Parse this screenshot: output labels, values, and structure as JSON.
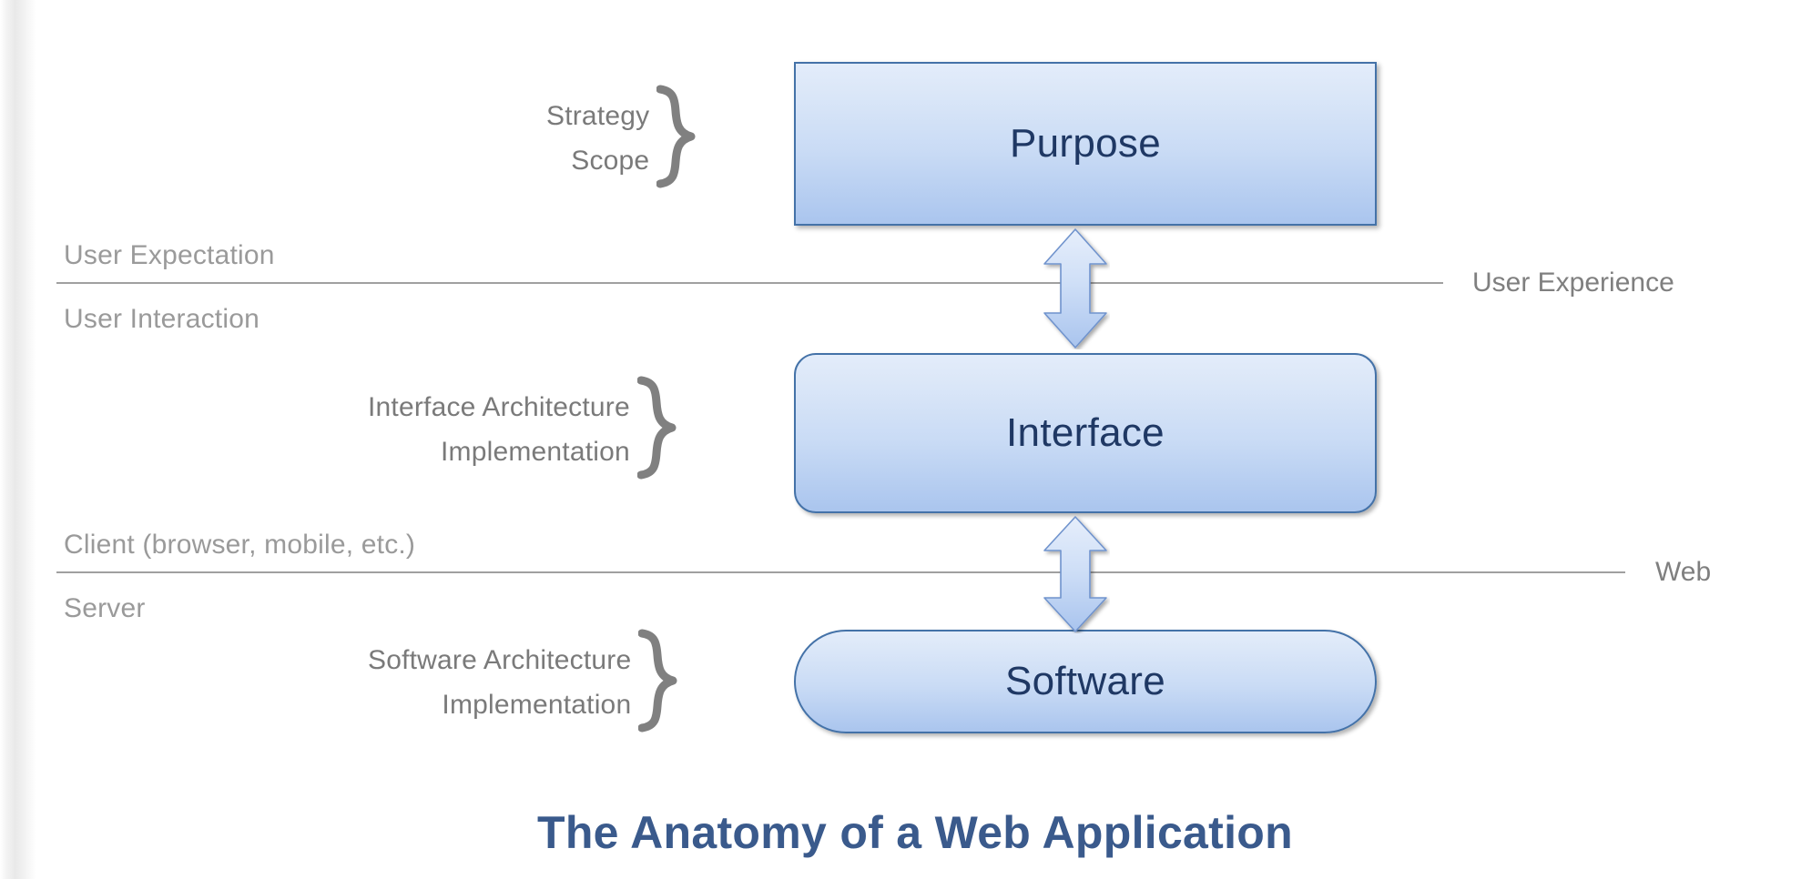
{
  "diagram": {
    "title": "The Anatomy of a Web Application",
    "accent_color": "#3a5a8c",
    "node_fill_top": "#e3ecfa",
    "node_fill_bottom": "#aac5ee",
    "node_border": "#4472a8",
    "node_text_color": "#1f3864",
    "layer_label_color": "#9a9a9a",
    "brace_color": "#808080",
    "divider_color": "#a0a0a0",
    "nodes": [
      {
        "id": "purpose",
        "label": "Purpose",
        "shape": "rectangle"
      },
      {
        "id": "interface",
        "label": "Interface",
        "shape": "rounded-rectangle"
      },
      {
        "id": "software",
        "label": "Software",
        "shape": "stadium"
      }
    ],
    "braces": [
      {
        "for": "purpose",
        "items": [
          "Strategy",
          "Scope"
        ]
      },
      {
        "for": "interface",
        "items": [
          "Interface Architecture",
          "Implementation"
        ]
      },
      {
        "for": "software",
        "items": [
          "Software Architecture",
          "Implementation"
        ]
      }
    ],
    "connectors": [
      {
        "id": "purpose-interface",
        "type": "double-arrow"
      },
      {
        "id": "interface-software",
        "type": "double-arrow"
      }
    ],
    "boundaries": [
      {
        "id": "user-experience",
        "above_label": "User Expectation",
        "below_label": "User Interaction",
        "right_label": "User Experience"
      },
      {
        "id": "web",
        "above_label": "Client (browser, mobile, etc.)",
        "below_label": "Server",
        "right_label": "Web"
      }
    ]
  }
}
